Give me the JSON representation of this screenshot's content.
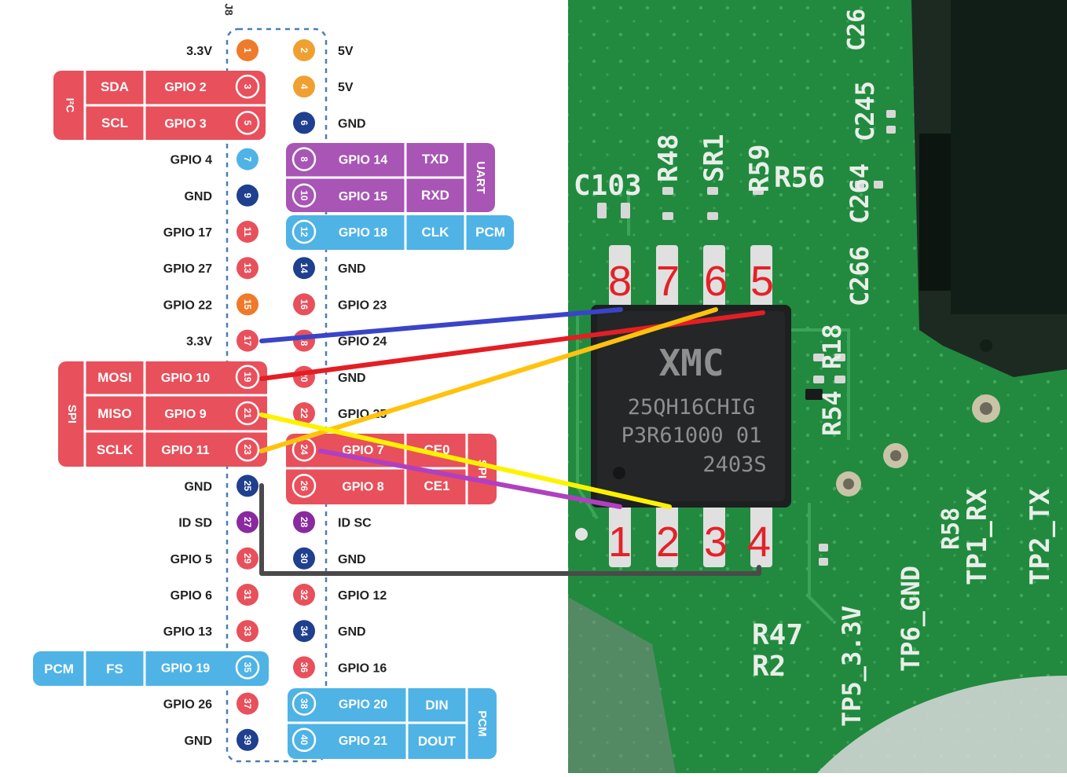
{
  "header": {
    "label": "J8"
  },
  "colors": {
    "i2c_spi_red": "#e8505b",
    "uart_purple": "#a855b5",
    "pcm_blue": "#4fb3e6",
    "power_orange_33": "#ef7a2a",
    "power_orange_5": "#f0a030",
    "gnd_navy": "#1f3f8f",
    "gpio_red": "#e8505b",
    "gpio_blue": "#4fb3e6",
    "id_purple": "#8a2a9f",
    "pcb_green": "#1f8a3c",
    "wire_blue": "#3a44c8",
    "wire_red": "#e31e24",
    "wire_orange": "#ffc20e",
    "wire_yellow": "#fff200",
    "wire_purple": "#b040c0",
    "wire_gray": "#4a4a4a"
  },
  "pins": [
    {
      "num": "1",
      "label": "3.3V",
      "color": "#ef7a2a"
    },
    {
      "num": "2",
      "label": "5V",
      "color": "#f0a030"
    },
    {
      "num": "3",
      "label": "GPIO 2",
      "color": "#e8505b"
    },
    {
      "num": "4",
      "label": "5V",
      "color": "#f0a030"
    },
    {
      "num": "5",
      "label": "GPIO 3",
      "color": "#e8505b"
    },
    {
      "num": "6",
      "label": "GND",
      "color": "#1f3f8f"
    },
    {
      "num": "7",
      "label": "GPIO 4",
      "color": "#4fb3e6"
    },
    {
      "num": "8",
      "label": "GPIO 14",
      "color": "#a855b5"
    },
    {
      "num": "9",
      "label": "GND",
      "color": "#1f3f8f"
    },
    {
      "num": "10",
      "label": "GPIO 15",
      "color": "#a855b5"
    },
    {
      "num": "11",
      "label": "GPIO 17",
      "color": "#e8505b"
    },
    {
      "num": "12",
      "label": "GPIO 18",
      "color": "#4fb3e6"
    },
    {
      "num": "13",
      "label": "GPIO 27",
      "color": "#e8505b"
    },
    {
      "num": "14",
      "label": "GND",
      "color": "#1f3f8f"
    },
    {
      "num": "15",
      "label": "GPIO 22",
      "color": "#ef7a2a"
    },
    {
      "num": "16",
      "label": "GPIO 23",
      "color": "#e8505b"
    },
    {
      "num": "17",
      "label": "3.3V",
      "color": "#e8505b"
    },
    {
      "num": "18",
      "label": "GPIO 24",
      "color": "#e8505b"
    },
    {
      "num": "19",
      "label": "GPIO 10",
      "color": "#e8505b"
    },
    {
      "num": "20",
      "label": "GND",
      "color": "#e8505b"
    },
    {
      "num": "21",
      "label": "GPIO 9",
      "color": "#e8505b"
    },
    {
      "num": "22",
      "label": "GPIO 25",
      "color": "#e8505b"
    },
    {
      "num": "23",
      "label": "GPIO 11",
      "color": "#e8505b"
    },
    {
      "num": "24",
      "label": "GPIO 7",
      "color": "#e8505b"
    },
    {
      "num": "25",
      "label": "GND",
      "color": "#1f3f8f"
    },
    {
      "num": "26",
      "label": "GPIO 8",
      "color": "#e8505b"
    },
    {
      "num": "27",
      "label": "ID SD",
      "color": "#8a2a9f"
    },
    {
      "num": "28",
      "label": "ID SC",
      "color": "#8a2a9f"
    },
    {
      "num": "29",
      "label": "GPIO 5",
      "color": "#e8505b"
    },
    {
      "num": "30",
      "label": "GND",
      "color": "#1f3f8f"
    },
    {
      "num": "31",
      "label": "GPIO 6",
      "color": "#e8505b"
    },
    {
      "num": "32",
      "label": "GPIO 12",
      "color": "#e8505b"
    },
    {
      "num": "33",
      "label": "GPIO 13",
      "color": "#e8505b"
    },
    {
      "num": "34",
      "label": "GND",
      "color": "#1f3f8f"
    },
    {
      "num": "35",
      "label": "GPIO 19",
      "color": "#4fb3e6"
    },
    {
      "num": "36",
      "label": "GPIO 16",
      "color": "#e8505b"
    },
    {
      "num": "37",
      "label": "GPIO 26",
      "color": "#e8505b"
    },
    {
      "num": "38",
      "label": "GPIO 20",
      "color": "#4fb3e6"
    },
    {
      "num": "39",
      "label": "GND",
      "color": "#1f3f8f"
    },
    {
      "num": "40",
      "label": "GPIO 21",
      "color": "#4fb3e6"
    }
  ],
  "groups": {
    "i2c": {
      "name": "I²C",
      "sda": "SDA",
      "scl": "SCL"
    },
    "uart": {
      "name": "UART",
      "txd": "TXD",
      "rxd": "RXD"
    },
    "pcm_clk": {
      "name": "PCM",
      "clk": "CLK"
    },
    "spi": {
      "name": "SPI",
      "mosi": "MOSI",
      "miso": "MISO",
      "sclk": "SCLK",
      "ce0": "CE0",
      "ce1": "CE1"
    },
    "pcm_fs": {
      "name": "PCM",
      "fs": "FS"
    },
    "pcm_data": {
      "name": "PCM",
      "din": "DIN",
      "dout": "DOUT"
    }
  },
  "chip": {
    "brand": "XMC",
    "part": "25QH16CHIG",
    "lot": "P3R61000 01",
    "date": "2403S",
    "top_pin_numbers": [
      "8",
      "7",
      "6",
      "5"
    ],
    "bottom_pin_numbers": [
      "1",
      "2",
      "3",
      "4"
    ]
  },
  "pcb_labels": {
    "c103": "C103",
    "r48": "R48",
    "sr1": "SR1",
    "r59": "R59",
    "r56": "R56",
    "c266": "C266",
    "c264": "C264",
    "c245": "C245",
    "c26": "C26",
    "r18": "R18",
    "r54": "R54",
    "r58": "R58",
    "r47": "R47",
    "r2": "R2",
    "tp1": "TP1_RX",
    "tp2": "TP2_TX",
    "tp5": "TP5_3.3V",
    "tp6": "TP6_GND"
  }
}
